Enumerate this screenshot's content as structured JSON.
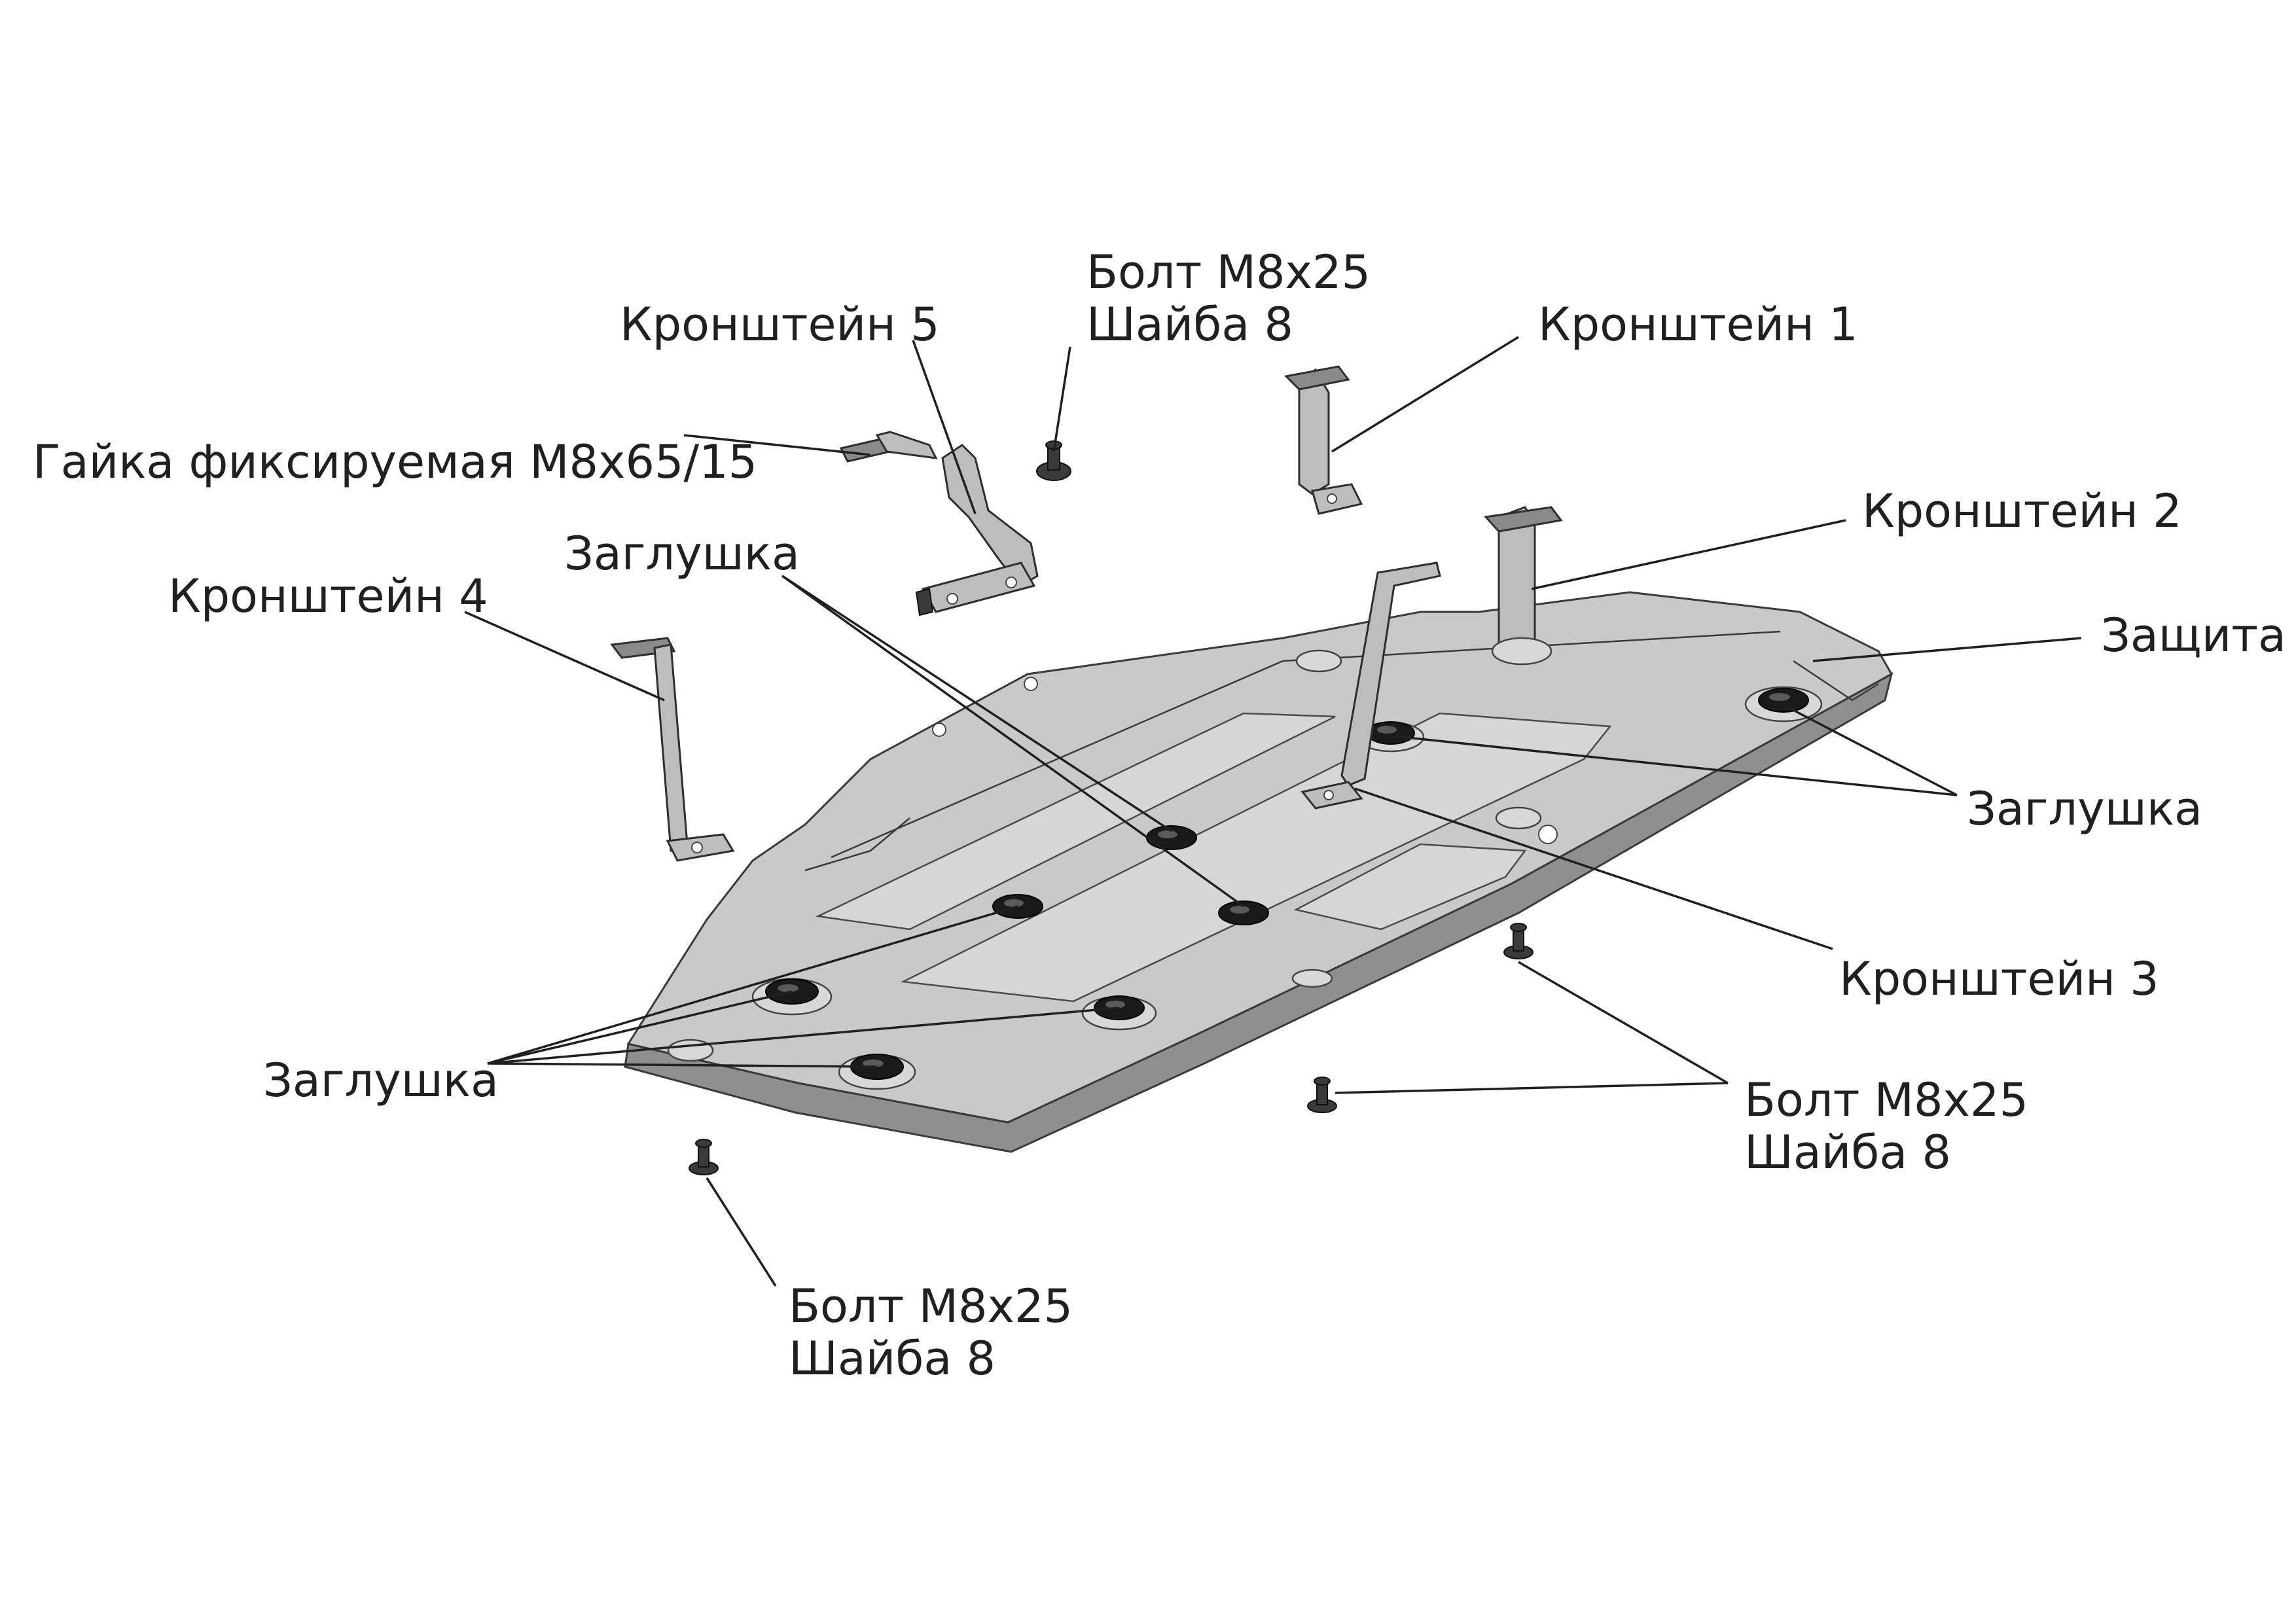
{
  "labels": {
    "bolt_top": [
      "Болт М8х25",
      "Шайба 8"
    ],
    "bracket5": "Кронштейн 5",
    "bracket1": "Кронштейн 1",
    "nut": "Гайка фиксируемая М8х65/15",
    "bracket2": "Кронштейн 2",
    "plug_top": "Заглушка",
    "bracket4": "Кронштейн 4",
    "shield": "Защита",
    "plug_right": "Заглушка",
    "bracket3": "Кронштейн 3",
    "plug_left": "Заглушка",
    "bolt_right": [
      "Болт М8х25",
      "Шайба 8"
    ],
    "bolt_bottom": [
      "Болт М8х25",
      "Шайба 8"
    ]
  },
  "colors": {
    "text": "#231f20",
    "plate": "#c9c9c9",
    "plug": "#1a1a1a"
  }
}
